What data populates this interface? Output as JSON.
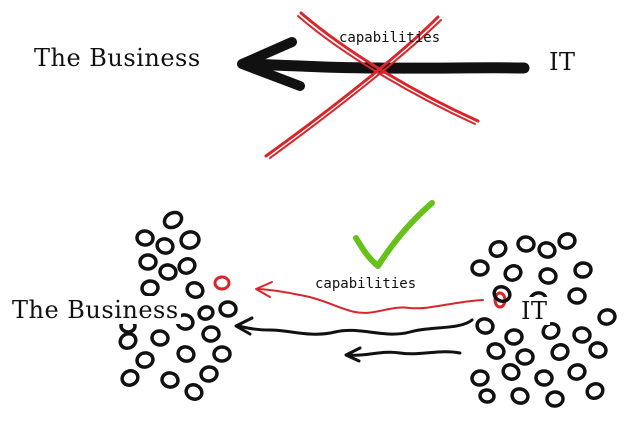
{
  "top": {
    "business_label": "The Business",
    "it_label": "IT",
    "capabilities_label": "capabilities"
  },
  "bottom": {
    "business_label": "The Business",
    "it_label": "IT",
    "capabilities_label": "capabilities"
  },
  "icons": {
    "cross": "cross-out-icon",
    "check": "check-mark-icon"
  },
  "colors": {
    "ink": "#111111",
    "red": "#d9262b",
    "green": "#66c21a"
  }
}
